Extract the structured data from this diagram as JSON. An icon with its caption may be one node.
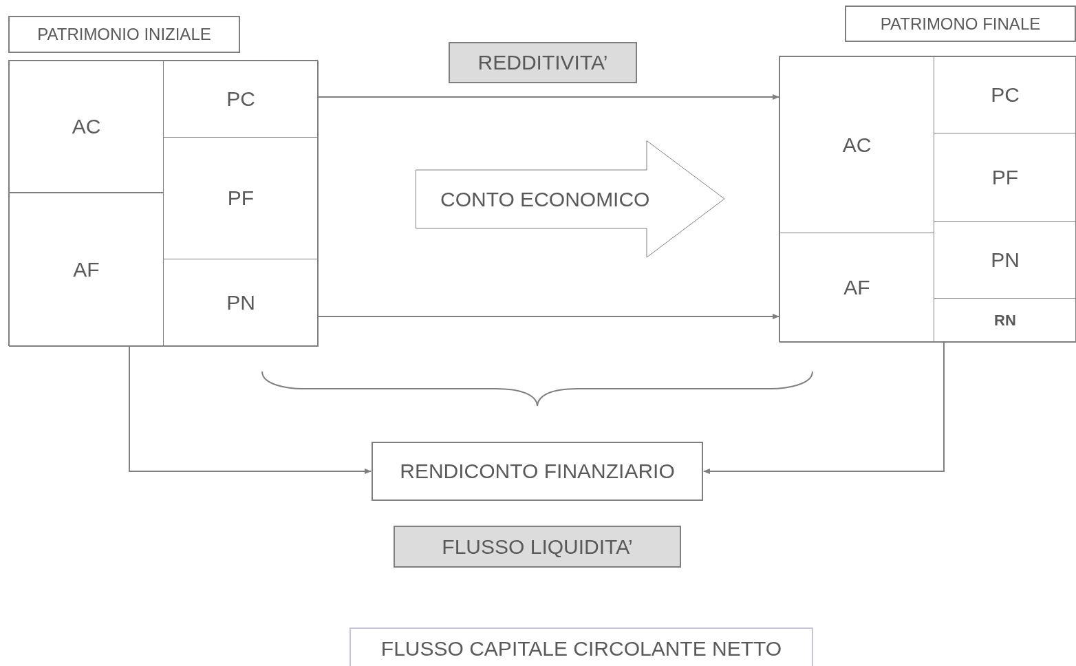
{
  "diagram": {
    "nodes": [
      {
        "text": [
          "PATRIMONIO INIZIALE"
        ]
      },
      {
        "text": [],
        "shape": "box"
      },
      {
        "text": [
          "AC"
        ],
        "in": 1
      },
      {
        "text": [
          "AF"
        ],
        "in": 1
      },
      {
        "text": [
          "PC"
        ],
        "in": 1
      },
      {
        "text": [
          "PF"
        ],
        "in": 1
      },
      {
        "text": [
          "PN"
        ],
        "in": 1
      },
      {
        "text": [
          "REDDITIVITA’"
        ]
      },
      {
        "text": [
          "CONTO ECONOMICO"
        ]
      },
      {
        "text": [
          "PATRIMONO FINALE"
        ]
      },
      {
        "text": [],
        "shape": "box"
      },
      {
        "text": [
          "AC"
        ],
        "in": 10
      },
      {
        "text": [
          "AF"
        ],
        "in": 10
      },
      {
        "text": [
          "PC"
        ],
        "in": 10
      },
      {
        "text": [
          "PF"
        ],
        "in": 10
      },
      {
        "text": [
          "PN"
        ],
        "in": 10
      },
      {
        "text": [
          "RN"
        ],
        "in": 10
      },
      {
        "text": [
          "RENDICONTO FINANZIARIO"
        ]
      },
      {
        "text": [
          "FLUSSO LIQUIDITA’"
        ]
      },
      {
        "text": [
          "FLUSSO CAPITALE CIRCOLANTE NETTO"
        ]
      }
    ],
    "edges": [
      {
        "from": 1,
        "to": 10,
        "arrow": "to"
      },
      {
        "from": 1,
        "to": 10,
        "arrow": "to"
      },
      {
        "from": 1,
        "to": 17,
        "arrow": "to"
      },
      {
        "from": 10,
        "to": 17,
        "arrow": "to"
      }
    ]
  }
}
